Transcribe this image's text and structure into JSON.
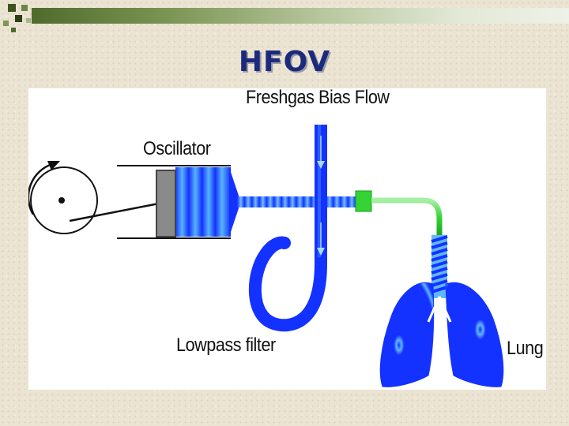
{
  "slide": {
    "title": "HFOV"
  },
  "diagram": {
    "labels": {
      "bias_flow": "Freshgas Bias Flow",
      "oscillator": "Oscillator",
      "lowpass_filter": "Lowpass filter",
      "lung": "Lung"
    },
    "icons": {
      "rotation": "rotation-arrow-icon",
      "flow_arrows": "down-arrow-icon"
    },
    "colors": {
      "tube_blue": "#1432ff",
      "tube_light": "#57b4ff",
      "connector_green": "#33d433",
      "piston_gray": "#8a8a8a",
      "title_navy": "#1c2a7c"
    }
  }
}
